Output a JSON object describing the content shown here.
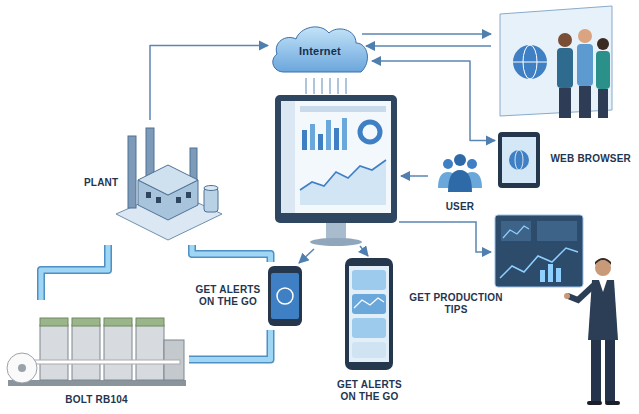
{
  "diagram": {
    "nodes": [
      {
        "text": [
          "Internet"
        ]
      },
      {
        "text": [
          "PLANT"
        ]
      },
      {
        "text": [
          "WEB BROWSER"
        ]
      },
      {
        "text": [
          "USER"
        ]
      },
      {
        "text": [
          "GET ALERTS ON THE GO"
        ]
      },
      {
        "text": [
          "GET ALERTS ON THE GO"
        ]
      },
      {
        "text": [
          "BOLT RB104"
        ]
      }
    ],
    "edges": [
      {
        "from": 1,
        "to": 0,
        "arrow": "to"
      },
      {
        "from": 0,
        "to": 2,
        "arrow": "both"
      },
      {
        "from": 1,
        "to": 6,
        "arrow": "none"
      },
      {
        "from": 6,
        "to": 4,
        "arrow": "none"
      },
      {
        "from": 1,
        "to": 4,
        "arrow": "none"
      }
    ],
    "labels": [
      "GET PRODUCTION TIPS"
    ]
  }
}
